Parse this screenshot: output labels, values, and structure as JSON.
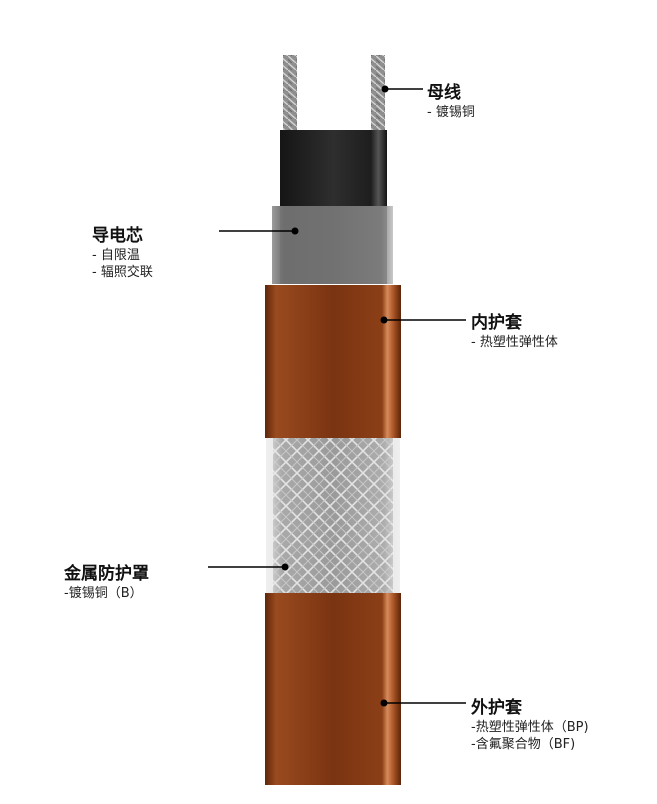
{
  "components": {
    "bus_wire": {
      "title": "母线",
      "lines": [
        "- 镀锡铜"
      ]
    },
    "conductive_core": {
      "title": "导电芯",
      "lines": [
        "- 自限温",
        "- 辐照交联"
      ]
    },
    "inner_jacket": {
      "title": "内护套",
      "lines": [
        "- 热塑性弹性体"
      ]
    },
    "metal_braid": {
      "title": "金属防护罩",
      "lines": [
        "-镀锡铜（B）"
      ]
    },
    "outer_jacket": {
      "title": "外护套",
      "lines": [
        "-热塑性弹性体（BP)",
        "-含氟聚合物（BF)"
      ]
    }
  },
  "colors": {
    "jacket": "#8a3a12",
    "jacket_highlight": "#c9693a",
    "core_black": "#222222",
    "core_gray": "#7a7a7a",
    "braid": "#b9b9b9",
    "wire": "#8f8f8f",
    "leader": "#000000"
  }
}
